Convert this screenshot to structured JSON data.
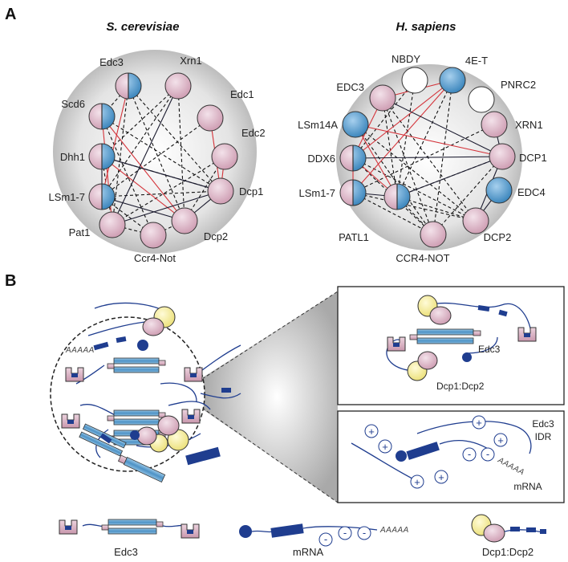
{
  "panel_a_label": "A",
  "panel_b_label": "B",
  "yeast": {
    "title": "S. cerevisiae",
    "nodes": [
      "Edc3",
      "Xrn1",
      "Scd6",
      "Edc1",
      "Dhh1",
      "Edc2",
      "LSm1-7",
      "Dcp1",
      "Pat1",
      "Dcp2",
      "Ccr4-Not"
    ]
  },
  "human": {
    "title": "H. sapiens",
    "nodes": [
      "NBDY",
      "4E-T",
      "EDC3",
      "PNRC2",
      "LSm14A",
      "XRN1",
      "DDX6",
      "DCP1",
      "LSm1-7",
      "EDC4",
      "PATL1",
      "DCP2",
      "CCR4-NOT"
    ]
  },
  "zoom_top": {
    "edc3": "Edc3",
    "dcp": "Dcp1:Dcp2"
  },
  "zoom_bottom": {
    "idr_line1": "Edc3",
    "idr_line2": "IDR",
    "mrna": "mRNA",
    "polya": "AAAAA"
  },
  "droplet_polya": "AAAAA",
  "legend": {
    "edc3": "Edc3",
    "mrna": "mRNA",
    "polya": "AAAAA",
    "dcp": "Dcp1:Dcp2"
  },
  "charges": {
    "plus": "+",
    "minus": "-"
  },
  "colors": {
    "pink": "#d9b3c3",
    "blue": "#5aa0cf",
    "navy": "#1f3d8f",
    "red": "#d4333a",
    "yellow": "#f2eb9c",
    "grey": "#cfcfcf"
  }
}
